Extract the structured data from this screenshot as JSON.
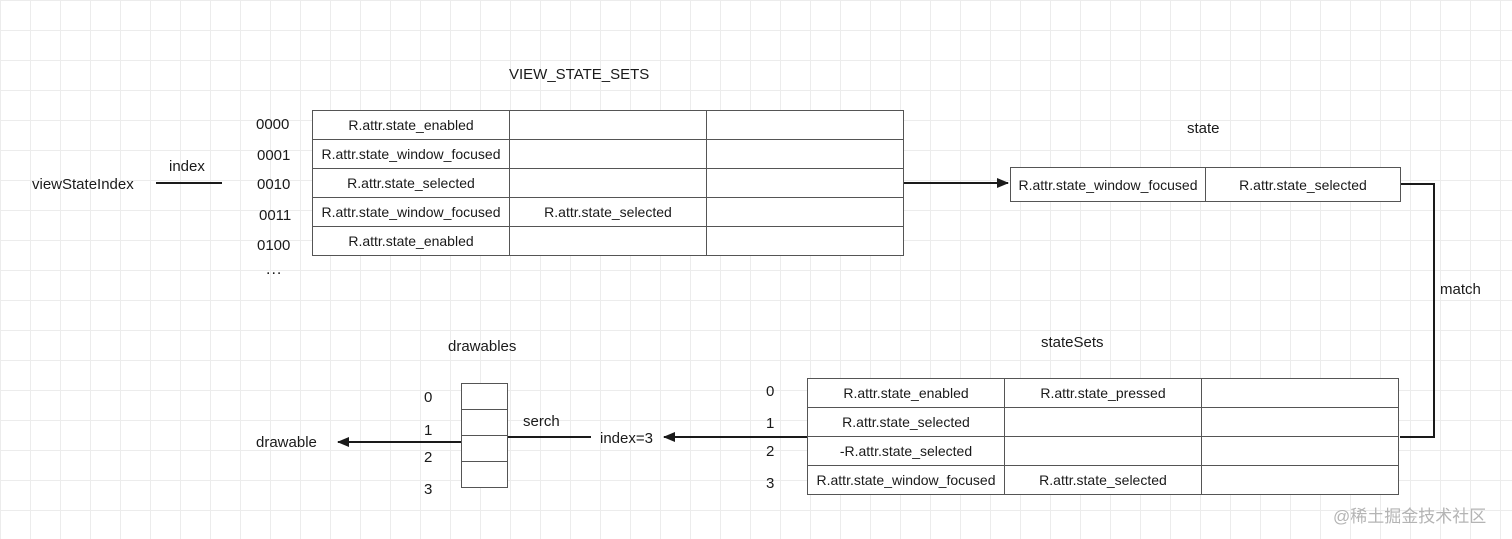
{
  "view_state_sets": {
    "title": "VIEW_STATE_SETS",
    "input_label": "viewStateIndex",
    "edge_label": "index",
    "row_indices": [
      "0000",
      "0001",
      "0010",
      "0011",
      "0100"
    ],
    "ellipsis": "...",
    "rows": [
      [
        "R.attr.state_enabled",
        "",
        ""
      ],
      [
        "R.attr.state_window_focused",
        "",
        ""
      ],
      [
        "R.attr.state_selected",
        "",
        ""
      ],
      [
        "R.attr.state_window_focused",
        "R.attr.state_selected",
        ""
      ],
      [
        "R.attr.state_enabled",
        "",
        ""
      ]
    ]
  },
  "state": {
    "title": "state",
    "cells": [
      "R.attr.state_window_focused",
      "R.attr.state_selected"
    ]
  },
  "match_label": "match",
  "state_sets": {
    "title": "stateSets",
    "row_indices": [
      "0",
      "1",
      "2",
      "3"
    ],
    "rows": [
      [
        "R.attr.state_enabled",
        "R.attr.state_pressed",
        ""
      ],
      [
        "R.attr.state_selected",
        "",
        ""
      ],
      [
        "-R.attr.state_selected",
        "",
        ""
      ],
      [
        "R.attr.state_window_focused",
        "R.attr.state_selected",
        ""
      ]
    ]
  },
  "search": {
    "result_label": "index=3",
    "edge_label": "serch"
  },
  "drawables": {
    "title": "drawables",
    "row_indices": [
      "0",
      "1",
      "2",
      "3"
    ],
    "rows": [
      "",
      "",
      "",
      ""
    ],
    "output_label": "drawable"
  },
  "watermark": "@稀土掘金技术社区"
}
